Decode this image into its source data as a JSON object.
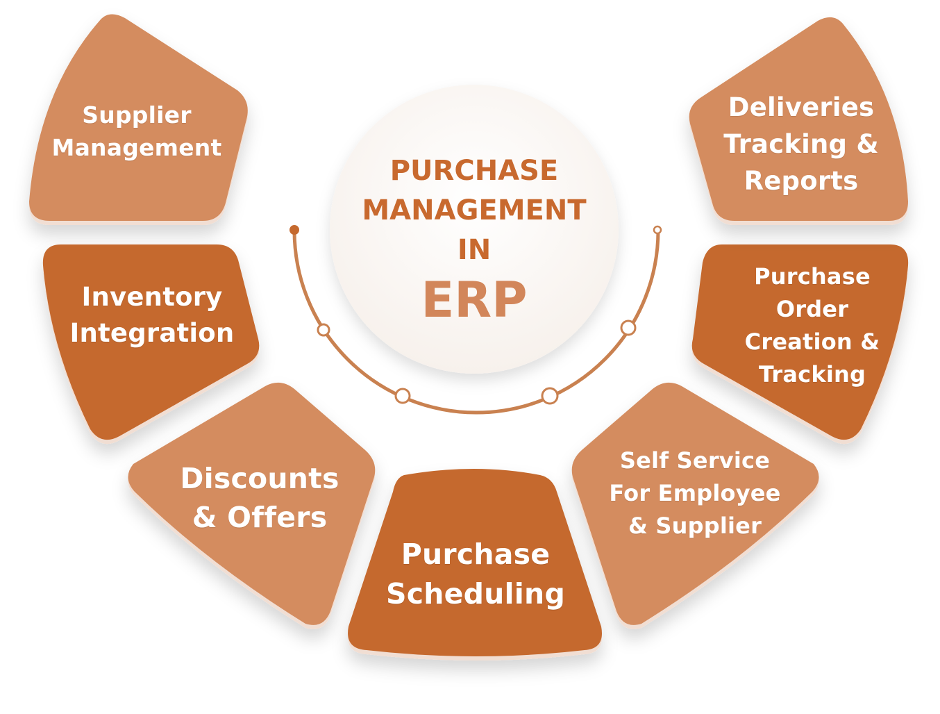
{
  "center": {
    "line1": "PURCHASE",
    "line2": "MANAGEMENT",
    "line3": "IN",
    "line4": "ERP"
  },
  "segments": {
    "supplier": [
      "Supplier",
      "Management"
    ],
    "inventory": [
      "Inventory",
      "Integration"
    ],
    "discounts": [
      "Discounts",
      "& Offers"
    ],
    "scheduling": [
      "Purchase",
      "Scheduling"
    ],
    "selfservice": [
      "Self Service",
      "For Employee",
      "& Supplier"
    ],
    "order": [
      "Purchase",
      "Order",
      "Creation &",
      "Tracking"
    ],
    "deliveries": [
      "Deliveries",
      "Tracking &",
      "Reports"
    ]
  },
  "colors": {
    "light_segment": "#d48c5f",
    "dark_segment": "#c5692e",
    "center_text": "#c8692e",
    "erp_text": "#d2865a",
    "arc": "#c98150"
  }
}
